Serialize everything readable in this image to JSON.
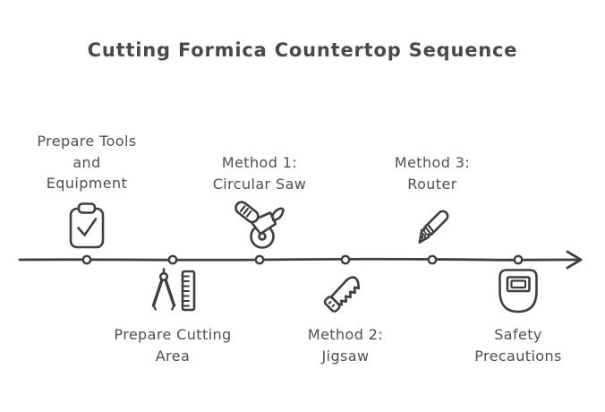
{
  "title": "Cutting Formica Countertop Sequence",
  "colors": {
    "stroke": "#3f3f3f",
    "text": "#4f4f4f",
    "background": "#ffffff"
  },
  "timeline": {
    "direction": "left-to-right",
    "steps": [
      {
        "id": 1,
        "side": "above",
        "icon": "clipboard-check-icon",
        "lines": [
          "Prepare Tools",
          "and",
          "Equipment"
        ]
      },
      {
        "id": 2,
        "side": "below",
        "icon": "compass-ruler-icon",
        "lines": [
          "Prepare Cutting",
          "Area"
        ]
      },
      {
        "id": 3,
        "side": "above",
        "icon": "circular-saw-icon",
        "lines": [
          "Method 1:",
          "Circular Saw"
        ]
      },
      {
        "id": 4,
        "side": "below",
        "icon": "handsaw-icon",
        "lines": [
          "Method 2:",
          "Jigsaw"
        ]
      },
      {
        "id": 5,
        "side": "above",
        "icon": "utility-knife-icon",
        "lines": [
          "Method 3:",
          "Router"
        ]
      },
      {
        "id": 6,
        "side": "below",
        "icon": "welding-mask-icon",
        "lines": [
          "Safety",
          "Precautions"
        ]
      }
    ]
  }
}
